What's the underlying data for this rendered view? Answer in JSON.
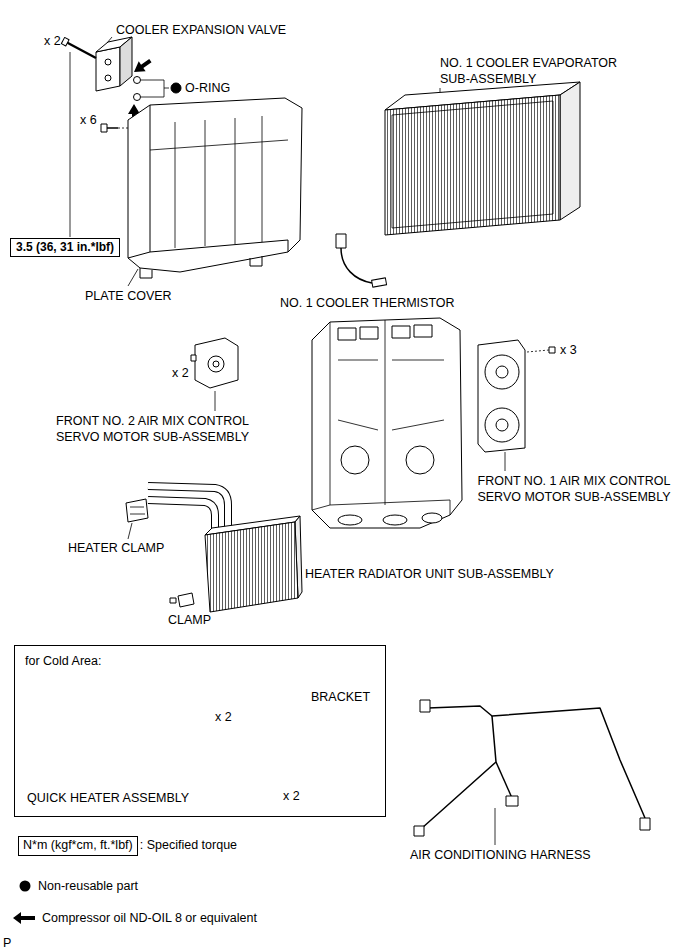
{
  "diagram": {
    "nodes": [
      {
        "text": [
          "3.5 (36, 31 in.*lbf)"
        ]
      },
      {
        "text": [
          "for Cold Area:",
          "BRACKET",
          "x 2",
          "x 2",
          "QUICK HEATER ASSEMBLY"
        ]
      },
      {
        "text": [
          "N*m (kgf*cm, ft.*lbf)"
        ]
      }
    ],
    "labels": [
      "x 2",
      "COOLER EXPANSION VALVE",
      "O-RING",
      "x 6",
      "NO. 1 COOLER EVAPORATOR SUB-ASSEMBLY",
      "PLATE COVER",
      "NO. 1 COOLER THERMISTOR",
      "x 2",
      "FRONT NO. 2 AIR MIX CONTROL SERVO MOTOR SUB-ASSEMBLY",
      "x 3",
      "FRONT NO. 1 AIR MIX CONTROL SERVO MOTOR SUB-ASSEMBLY",
      "HEATER CLAMP",
      "HEATER RADIATOR UNIT SUB-ASSEMBLY",
      "CLAMP",
      "AIR CONDITIONING HARNESS",
      ": Specified torque",
      "P"
    ],
    "legend": [
      {
        "text": "Non-reusable part"
      },
      {
        "text": "Compressor oil ND-OIL 8 or equivalent"
      }
    ]
  }
}
